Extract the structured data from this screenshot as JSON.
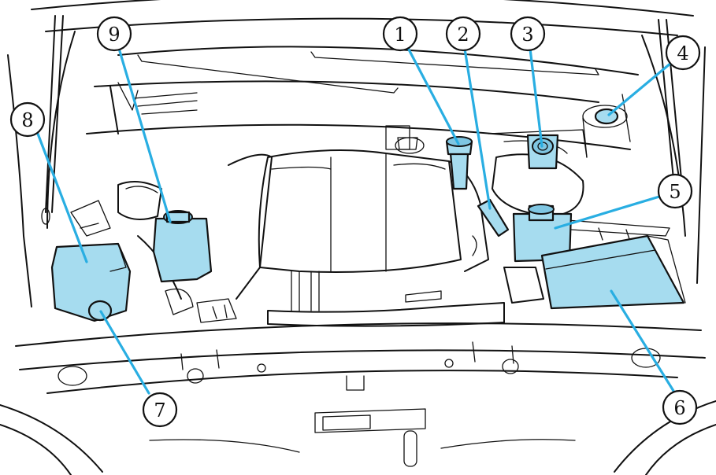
{
  "callouts": [
    {
      "id": "1",
      "label": "1"
    },
    {
      "id": "2",
      "label": "2"
    },
    {
      "id": "3",
      "label": "3"
    },
    {
      "id": "4",
      "label": "4"
    },
    {
      "id": "5",
      "label": "5"
    },
    {
      "id": "6",
      "label": "6"
    },
    {
      "id": "7",
      "label": "7"
    },
    {
      "id": "8",
      "label": "8"
    },
    {
      "id": "9",
      "label": "9"
    }
  ],
  "colors": {
    "highlight_fill": "#a6dcef",
    "leader_line": "#29aee2",
    "outline": "#111111"
  }
}
